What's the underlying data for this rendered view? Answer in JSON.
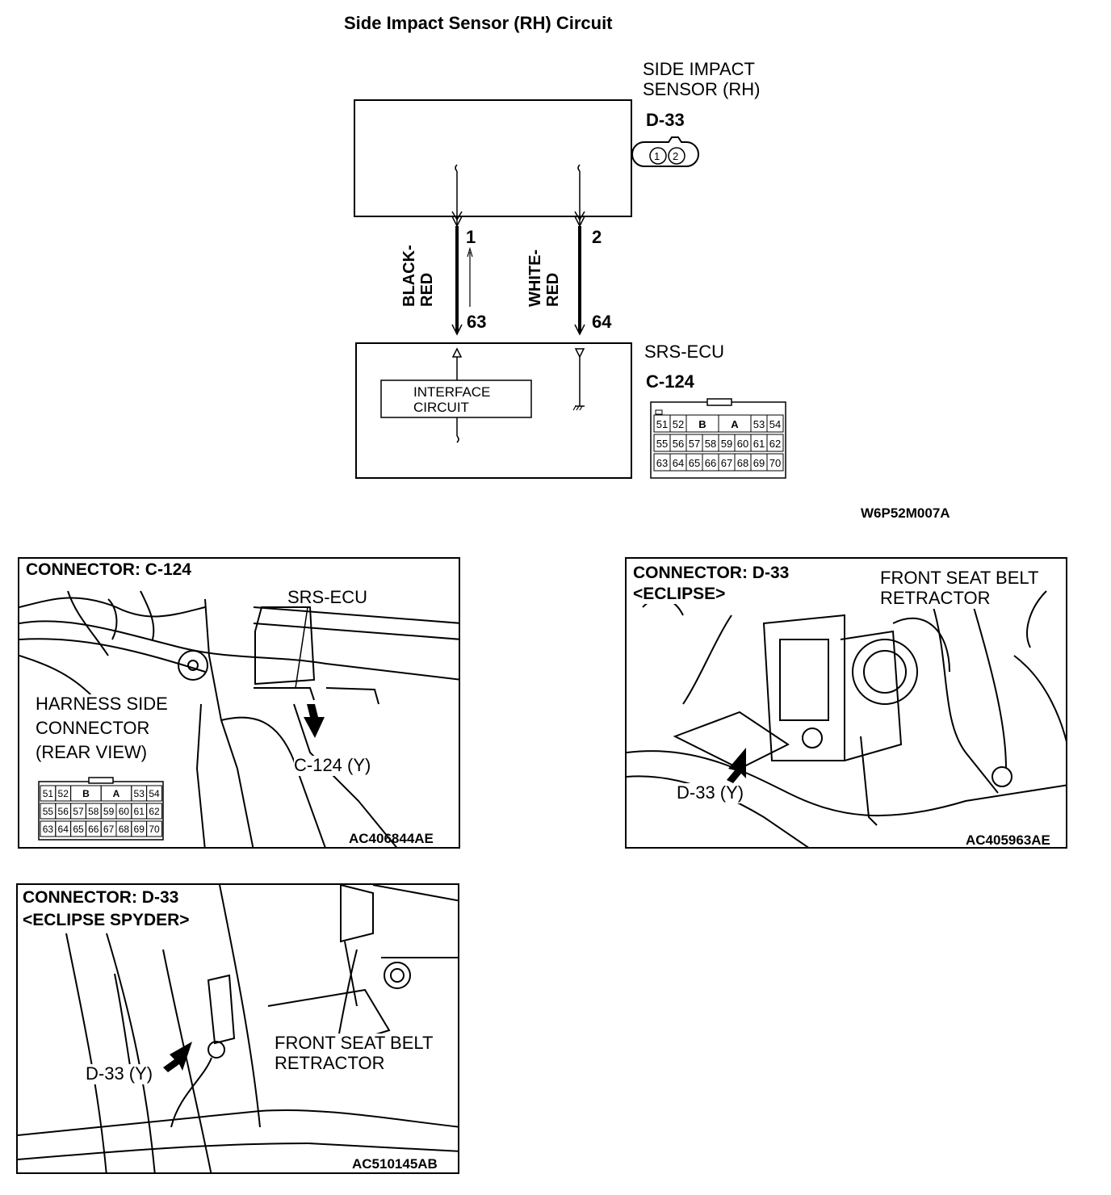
{
  "title": "Side Impact Sensor (RH) Circuit",
  "sensor": {
    "name_line1": "SIDE IMPACT",
    "name_line2": "SENSOR (RH)",
    "connector": "D-33",
    "pins": [
      "1",
      "2"
    ]
  },
  "wires": [
    {
      "color_line1": "BLACK-",
      "color_line2": "RED",
      "sensor_pin": "1",
      "ecu_pin": "63"
    },
    {
      "color_line1": "WHITE-",
      "color_line2": "RED",
      "sensor_pin": "2",
      "ecu_pin": "64"
    }
  ],
  "ecu": {
    "name": "SRS-ECU",
    "connector": "C-124",
    "interface_line1": "INTERFACE",
    "interface_line2": "CIRCUIT"
  },
  "connector_grid": {
    "top_left": [
      "51",
      "52"
    ],
    "top_mid": [
      "B",
      "A"
    ],
    "top_right": [
      "53",
      "54"
    ],
    "row2": [
      "55",
      "56",
      "57",
      "58",
      "59",
      "60",
      "61",
      "62"
    ],
    "row3": [
      "63",
      "64",
      "65",
      "66",
      "67",
      "68",
      "69",
      "70"
    ]
  },
  "diagram_code": "W6P52M007A",
  "panels": {
    "c124": {
      "title": "CONNECTOR: C-124",
      "srs_label": "SRS-ECU",
      "harness_line1": "HARNESS SIDE",
      "harness_line2": "CONNECTOR",
      "harness_line3": "(REAR VIEW)",
      "connector_label": "C-124 (Y)",
      "code": "AC406844AE"
    },
    "d33_eclipse": {
      "title_line1": "CONNECTOR: D-33",
      "title_line2": "<ECLIPSE>",
      "retractor_line1": "FRONT SEAT BELT",
      "retractor_line2": "RETRACTOR",
      "connector_label": "D-33 (Y)",
      "code": "AC405963AE"
    },
    "d33_spyder": {
      "title_line1": "CONNECTOR: D-33",
      "title_line2": "<ECLIPSE SPYDER>",
      "retractor_line1": "FRONT SEAT BELT",
      "retractor_line2": "RETRACTOR",
      "connector_label": "D-33 (Y)",
      "code": "AC510145AB"
    }
  }
}
